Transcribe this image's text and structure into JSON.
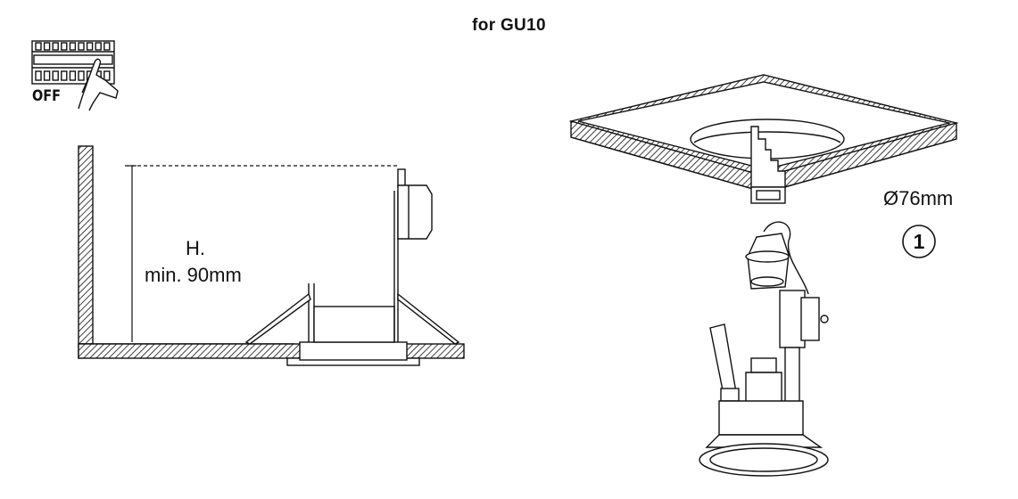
{
  "title": "for GU10",
  "switch_label": "OFF",
  "height_label_line1": "H.",
  "height_label_line2": "min. 90mm",
  "hole_diameter": "Ø76mm",
  "step_number": "1",
  "colors": {
    "line": "#111111",
    "background": "#ffffff"
  }
}
